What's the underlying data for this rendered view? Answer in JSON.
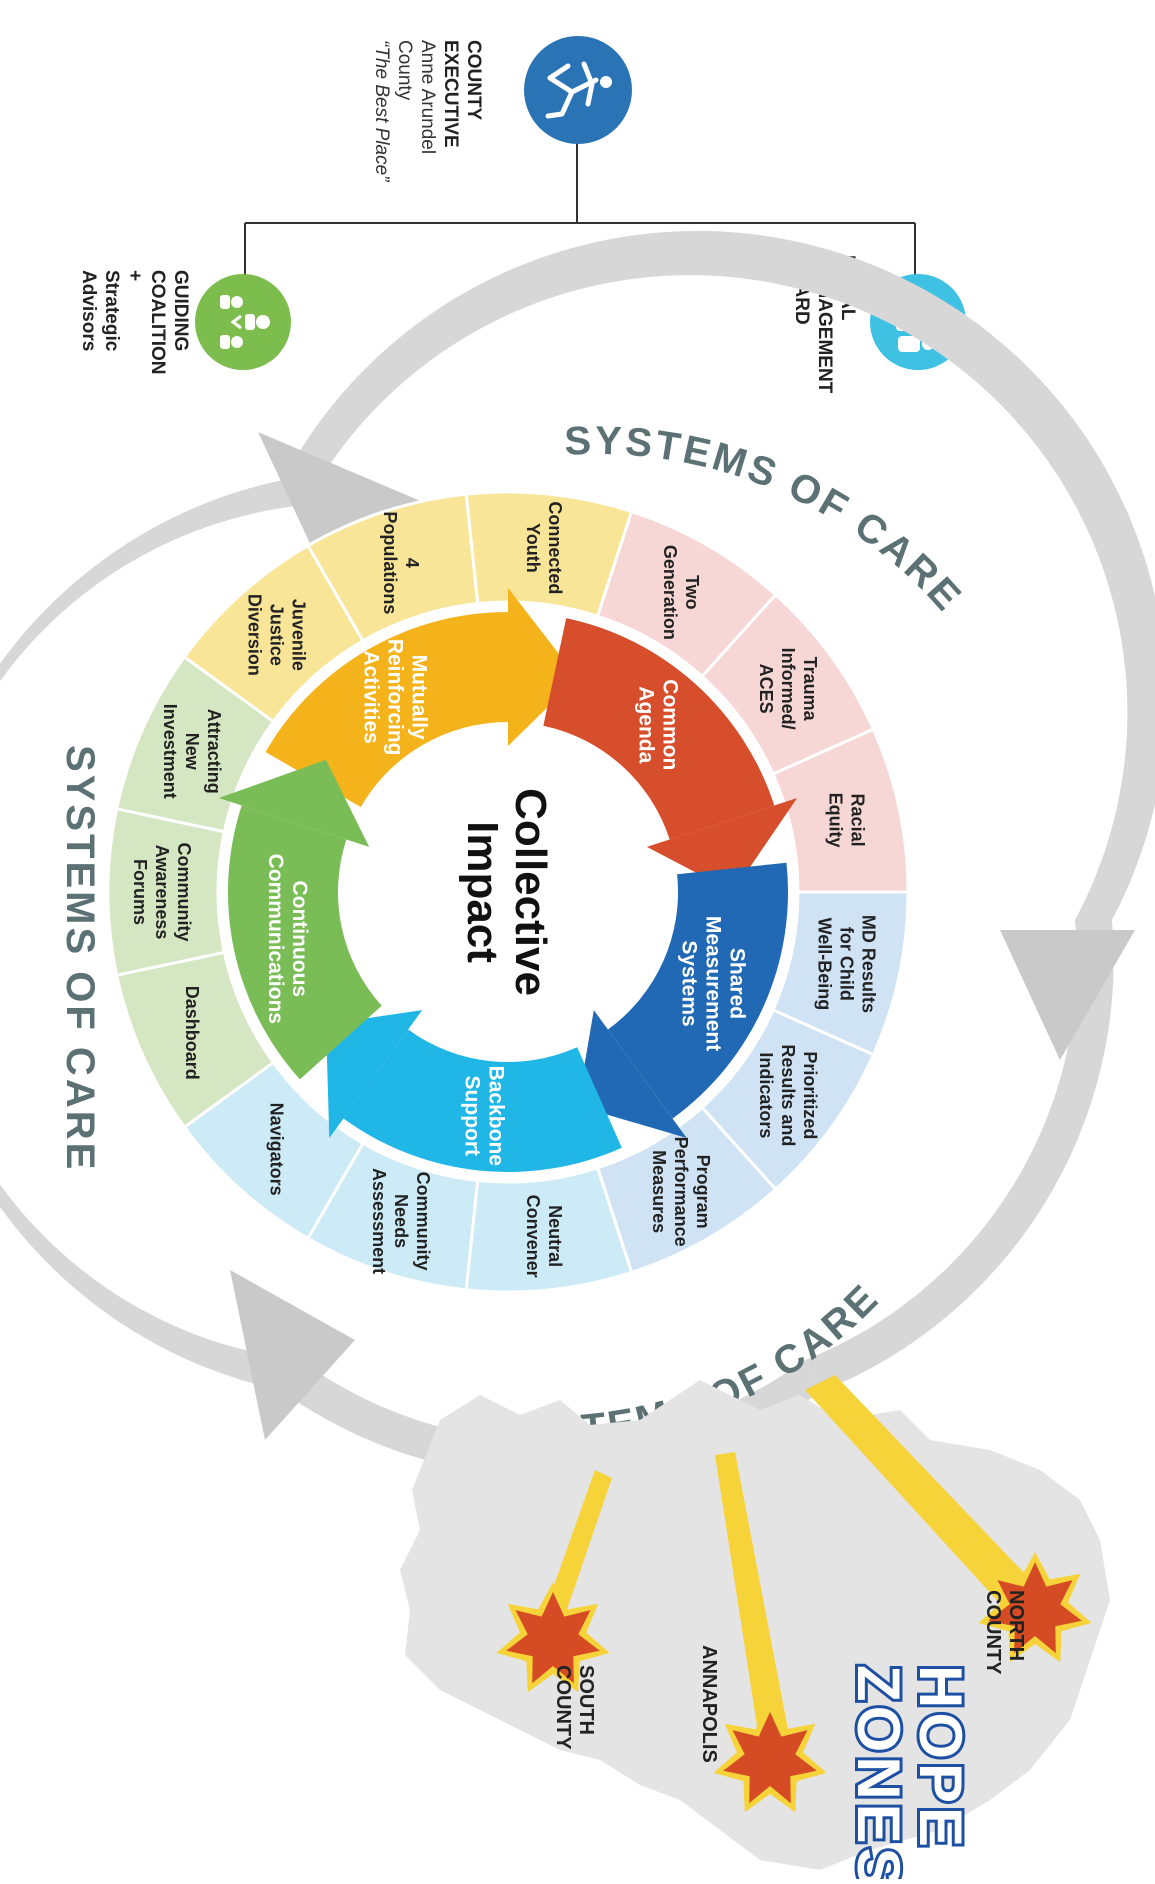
{
  "colors": {
    "exec_blue": "#2a74b6",
    "board_cyan": "#3fc1e3",
    "coalition_green": "#7dbd4e",
    "ring_gray": "#d7d7d7",
    "sys_text": "#5b7174",
    "yellow_light": "#f9e598",
    "pink_light": "#f6d7d5",
    "blue_light": "#cfe3f4",
    "cyan_light": "#cdebf6",
    "green_light": "#d5e6c3",
    "arrow_yellow": "#f4b31a",
    "arrow_red": "#d74e2c",
    "arrow_blue": "#2169b4",
    "arrow_cyan": "#20b6e6",
    "arrow_green": "#7abd57",
    "star_red": "#d54b24",
    "star_yellow": "#f7d33a",
    "hope_blue": "#1d4fa3",
    "map_gray": "#e4e4e4"
  },
  "leaders": {
    "executive": {
      "title": "COUNTY\nEXECUTIVE",
      "org": "Anne Arundel\nCounty",
      "tagline": "“The Best Place”",
      "icon": "running-figure-icon"
    },
    "board": {
      "title": "LOCAL\nMANAGEMENT\nBOARD",
      "icon": "people-group-icon"
    },
    "coalition": {
      "title": "GUIDING\nCOALITION\n+\nStrategic\nAdvisors",
      "icon": "handshake-group-icon"
    }
  },
  "center": {
    "line1": "Collective",
    "line2": "Impact"
  },
  "ring_label": "SYSTEMS OF CARE",
  "arrows": [
    {
      "label": "Mutually\nReinforcing\nActivities"
    },
    {
      "label": "Common\nAgenda"
    },
    {
      "label": "Shared\nMeasurement\nSystems"
    },
    {
      "label": "Backbone\nSupport"
    },
    {
      "label": "Continuous\nCommunications"
    }
  ],
  "segments": [
    {
      "label": "Connected\nYouth"
    },
    {
      "label": "Two\nGeneration"
    },
    {
      "label": "Trauma\nInformed/\nACES"
    },
    {
      "label": "Racial\nEquity"
    },
    {
      "label": "MD Results\nfor Child\nWell-Being"
    },
    {
      "label": "Prioritized\nResults and\nIndicators"
    },
    {
      "label": "Program\nPerformance\nMeasures"
    },
    {
      "label": "Neutral\nConvener"
    },
    {
      "label": "Community\nNeeds\nAssessment"
    },
    {
      "label": "Navigators"
    },
    {
      "label": "Dashboard"
    },
    {
      "label": "Community\nAwareness\nForums"
    },
    {
      "label": "Attracting\nNew\nInvestment"
    },
    {
      "label": "Juvenile\nJustice\nDiversion"
    },
    {
      "label": "4\nPopulations"
    }
  ],
  "hope": {
    "title1": "HOPE",
    "title2": "ZONES",
    "zones": [
      {
        "label": "NORTH\nCOUNTY"
      },
      {
        "label": "ANNAPOLIS"
      },
      {
        "label": "SOUTH\nCOUNTY"
      }
    ]
  }
}
